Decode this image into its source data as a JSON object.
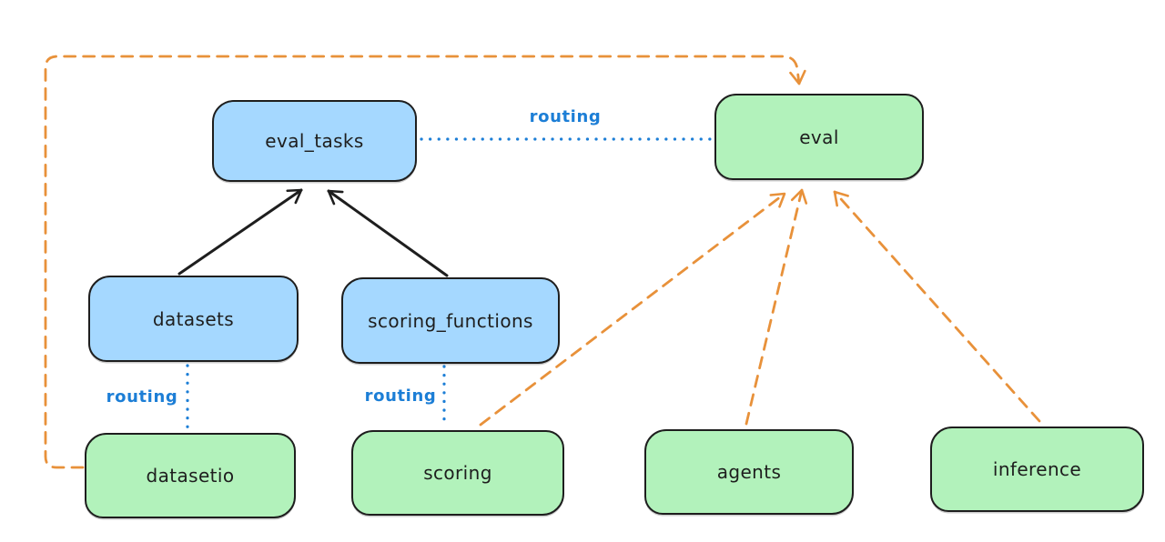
{
  "diagram": {
    "nodes": {
      "eval_tasks": {
        "label": "eval_tasks",
        "kind": "registry"
      },
      "eval": {
        "label": "eval",
        "kind": "api"
      },
      "datasets": {
        "label": "datasets",
        "kind": "registry"
      },
      "scoring_functions": {
        "label": "scoring_functions",
        "kind": "registry"
      },
      "datasetio": {
        "label": "datasetio",
        "kind": "api"
      },
      "scoring": {
        "label": "scoring",
        "kind": "api"
      },
      "agents": {
        "label": "agents",
        "kind": "api"
      },
      "inference": {
        "label": "inference",
        "kind": "api"
      }
    },
    "edge_labels": {
      "routing_top": "routing",
      "routing_datasets": "routing",
      "routing_scoring": "routing"
    },
    "edges": [
      {
        "from": "datasets",
        "to": "eval_tasks",
        "style": "solid-arrow"
      },
      {
        "from": "scoring_functions",
        "to": "eval_tasks",
        "style": "solid-arrow"
      },
      {
        "from": "eval_tasks",
        "to": "eval",
        "style": "dotted",
        "label": "routing"
      },
      {
        "from": "datasets",
        "to": "datasetio",
        "style": "dotted",
        "label": "routing"
      },
      {
        "from": "scoring_functions",
        "to": "scoring",
        "style": "dotted",
        "label": "routing"
      },
      {
        "from": "datasetio",
        "to": "eval",
        "style": "dashed-arrow"
      },
      {
        "from": "scoring",
        "to": "eval",
        "style": "dashed-arrow"
      },
      {
        "from": "agents",
        "to": "eval",
        "style": "dashed-arrow"
      },
      {
        "from": "inference",
        "to": "eval",
        "style": "dashed-arrow"
      }
    ],
    "colors": {
      "registry_fill": "#a5d8ff",
      "api_fill": "#b2f2bb",
      "stroke": "#1e1e1e",
      "routing_blue": "#1c7ed6",
      "dep_orange": "#e8913a",
      "bg": "#ffffff"
    }
  }
}
